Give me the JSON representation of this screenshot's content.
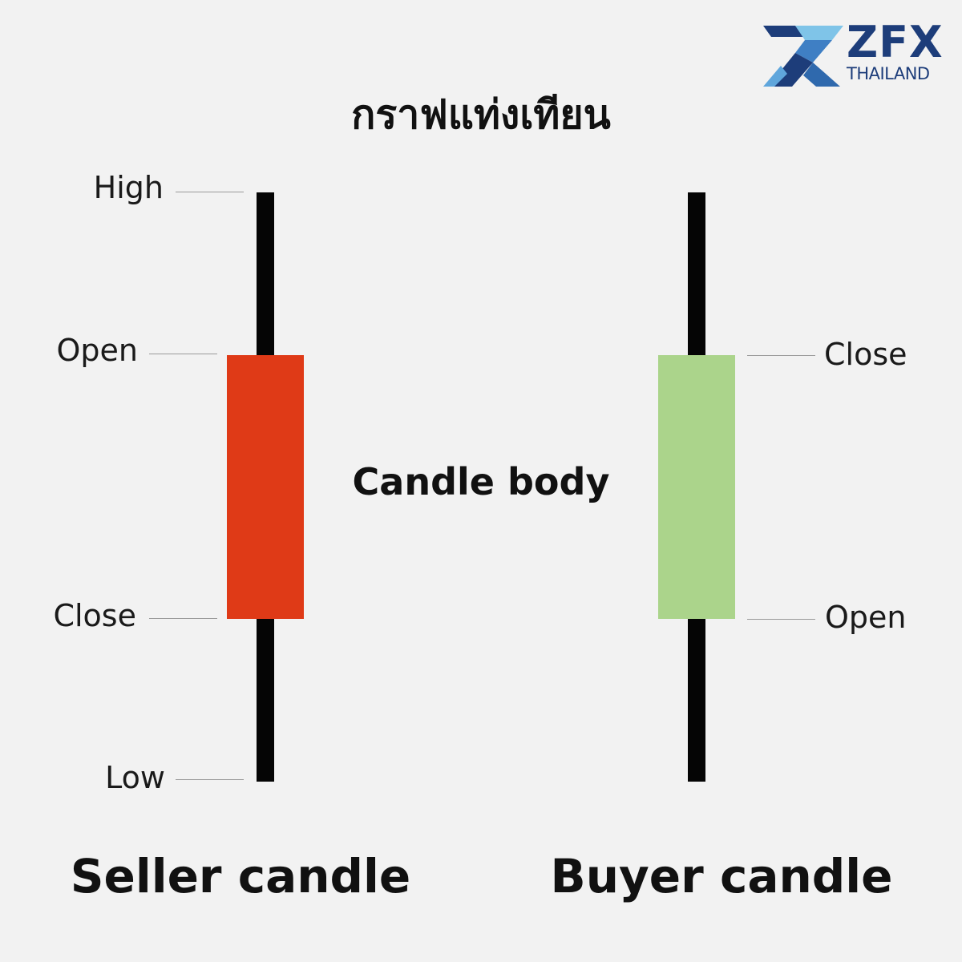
{
  "logo": {
    "wordmark": "ZFX",
    "subtitle": "THAILAND"
  },
  "title": "กราฟแท่งเทียน",
  "center_label": "Candle body",
  "seller": {
    "caption": "Seller candle",
    "labels": {
      "high": "High",
      "open": "Open",
      "close": "Close",
      "low": "Low"
    },
    "body_color": "#df3a17"
  },
  "buyer": {
    "caption": "Buyer candle",
    "labels": {
      "close": "Close",
      "open": "Open"
    },
    "body_color": "#abd48b"
  },
  "wick_color": "#050505"
}
